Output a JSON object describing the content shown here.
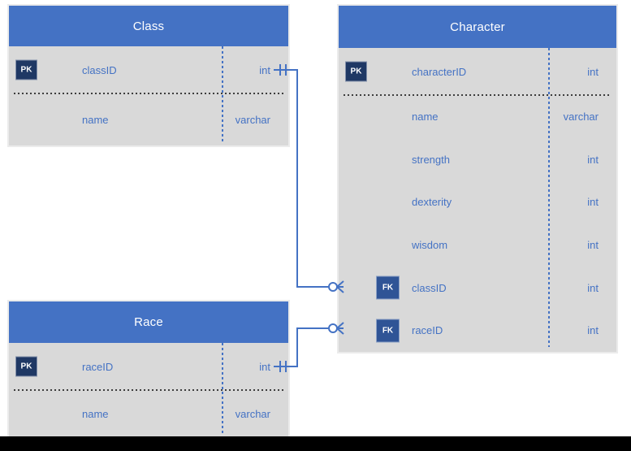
{
  "diagram": {
    "type": "entity-relationship",
    "tables": [
      {
        "title": "Class",
        "columns": [
          {
            "key": "PK",
            "name": "classID",
            "type": "int"
          },
          {
            "key": "",
            "name": "name",
            "type": "varchar"
          }
        ]
      },
      {
        "title": "Character",
        "columns": [
          {
            "key": "PK",
            "name": "characterID",
            "type": "int"
          },
          {
            "key": "",
            "name": "name",
            "type": "varchar"
          },
          {
            "key": "",
            "name": "strength",
            "type": "int"
          },
          {
            "key": "",
            "name": "dexterity",
            "type": "int"
          },
          {
            "key": "",
            "name": "wisdom",
            "type": "int"
          },
          {
            "key": "FK",
            "name": "classID",
            "type": "int"
          },
          {
            "key": "FK",
            "name": "raceID",
            "type": "int"
          }
        ]
      },
      {
        "title": "Race",
        "columns": [
          {
            "key": "PK",
            "name": "raceID",
            "type": "int"
          },
          {
            "key": "",
            "name": "name",
            "type": "varchar"
          }
        ]
      }
    ],
    "relationships": [
      {
        "from": "Class.classID",
        "to": "Character.classID",
        "from_cardinality": "one-and-only-one",
        "to_cardinality": "zero-or-many"
      },
      {
        "from": "Race.raceID",
        "to": "Character.raceID",
        "from_cardinality": "one-and-only-one",
        "to_cardinality": "zero-or-many"
      }
    ]
  },
  "colors": {
    "header_blue": "#4472C4",
    "body_gray": "#D9D9D9",
    "text_blue": "#4472C4",
    "pk_badge": "#1F3864",
    "fk_badge": "#2F5496",
    "line": "#4472C4",
    "bottom_bar": "#000000"
  }
}
